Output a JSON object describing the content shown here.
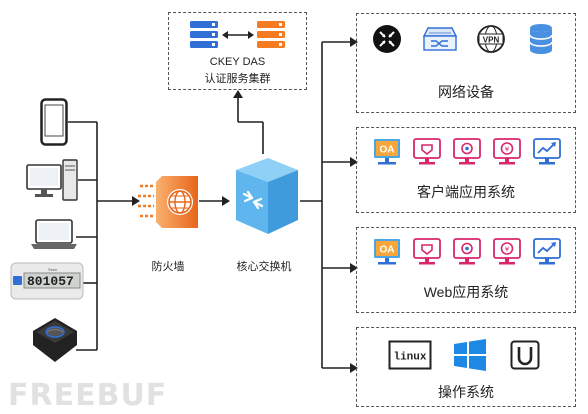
{
  "watermark": "FREEBUF",
  "das": {
    "name": "CKEY DAS",
    "subtitle": "认证服务集群"
  },
  "firewall": {
    "label": "防火墙"
  },
  "core_switch": {
    "label": "核心交换机"
  },
  "groups": {
    "network": {
      "label": "网络设备",
      "icons": [
        "router-icon",
        "switch-icon",
        "vpn-icon",
        "database-icon"
      ],
      "vpn_text": "VPN"
    },
    "client": {
      "label": "客户端应用系统",
      "oa_text": "OA"
    },
    "web": {
      "label": "Web应用系统",
      "oa_text": "OA"
    },
    "os": {
      "label": "操作系统",
      "linux_text": "linux"
    }
  },
  "token": {
    "display": "801057",
    "brand": "Seen"
  },
  "colors": {
    "blue": "#2f6fd6",
    "orange": "#f47b20",
    "lightblue": "#4aa6e6",
    "pink": "#d9276c",
    "teal": "#2fb3c4"
  }
}
